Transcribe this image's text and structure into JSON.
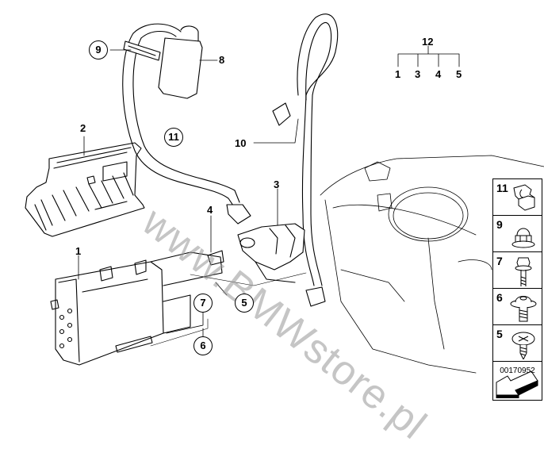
{
  "diagram": {
    "title": "Fuel tank breather / activated charcoal filter parts diagram",
    "document_id": "00170952",
    "watermark": "www.BMWstore.pl",
    "callouts": [
      {
        "id": "1",
        "style": "plain",
        "part": "activated-charcoal-filter"
      },
      {
        "id": "2",
        "style": "plain",
        "part": "heat-shield"
      },
      {
        "id": "3",
        "style": "plain",
        "part": "leak-diagnosis-pump"
      },
      {
        "id": "4",
        "style": "plain",
        "part": "grommet"
      },
      {
        "id": "5",
        "style": "circled",
        "part": "screw"
      },
      {
        "id": "6",
        "style": "circled",
        "part": "hex-bolt"
      },
      {
        "id": "7",
        "style": "circled",
        "part": "bolt"
      },
      {
        "id": "8",
        "style": "plain",
        "part": "air-filter"
      },
      {
        "id": "9",
        "style": "circled",
        "part": "nut"
      },
      {
        "id": "10",
        "style": "plain",
        "part": "hose"
      },
      {
        "id": "11",
        "style": "circled",
        "part": "clip"
      }
    ],
    "assembly_tree": {
      "parent": "12",
      "children": [
        "1",
        "3",
        "4",
        "5"
      ]
    },
    "legend": [
      {
        "num": "11",
        "icon": "clip-icon"
      },
      {
        "num": "9",
        "icon": "cap-nut-icon"
      },
      {
        "num": "7",
        "icon": "bolt-icon"
      },
      {
        "num": "6",
        "icon": "collar-screw-icon"
      },
      {
        "num": "5",
        "icon": "self-tapping-screw-icon"
      },
      {
        "num": "",
        "icon": "orientation-arrow-icon"
      }
    ]
  }
}
